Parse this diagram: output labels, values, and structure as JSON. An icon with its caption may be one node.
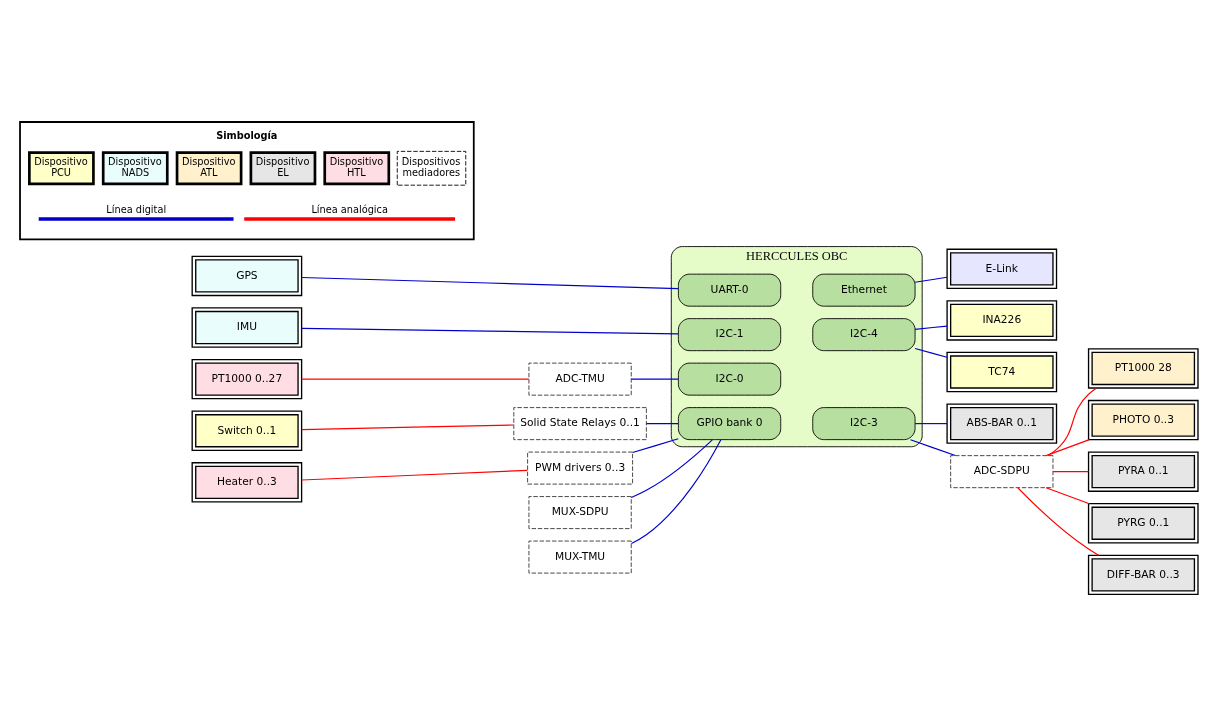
{
  "diagram": {
    "nodes": [
      {
        "text": [
          "HERCCULES OBC"
        ]
      },
      {
        "text": [
          "UART-0"
        ],
        "in": 0
      },
      {
        "text": [
          "Ethernet"
        ],
        "in": 0
      },
      {
        "text": [
          "I2C-1"
        ],
        "in": 0
      },
      {
        "text": [
          "I2C-4"
        ],
        "in": 0
      },
      {
        "text": [
          "I2C-0"
        ],
        "in": 0
      },
      {
        "text": [
          "GPIO bank 0"
        ],
        "in": 0
      },
      {
        "text": [
          "I2C-3"
        ],
        "in": 0
      },
      {
        "text": [
          "GPS"
        ]
      },
      {
        "text": [
          "IMU"
        ]
      },
      {
        "text": [
          "PT1000 0..27"
        ]
      },
      {
        "text": [
          "ADC-TMU"
        ]
      },
      {
        "text": [
          "Switch 0..1"
        ]
      },
      {
        "text": [
          "Solid State Relays 0..1"
        ]
      },
      {
        "text": [
          "Heater 0..3"
        ]
      },
      {
        "text": [
          "PWM drivers 0..3"
        ]
      },
      {
        "text": [
          "MUX-SDPU"
        ]
      },
      {
        "text": [
          "MUX-TMU"
        ]
      },
      {
        "text": [
          "E-Link"
        ]
      },
      {
        "text": [
          "INA226"
        ]
      },
      {
        "text": [
          "TC74"
        ]
      },
      {
        "text": [
          "ABS-BAR 0..1"
        ]
      },
      {
        "text": [
          "PT1000 28"
        ]
      },
      {
        "text": [
          "PHOTO 0..3"
        ]
      },
      {
        "text": [
          "ADC-SDPU"
        ]
      },
      {
        "text": [
          "PYRA 0..1"
        ]
      },
      {
        "text": [
          "PYRG 0..1"
        ]
      },
      {
        "text": [
          "DIFF-BAR 0..3"
        ]
      }
    ],
    "edges": [
      {
        "from": 8,
        "to": 1,
        "arrow": "none"
      },
      {
        "from": 9,
        "to": 3,
        "arrow": "none"
      },
      {
        "from": 10,
        "to": 11,
        "arrow": "none",
        "color": "#ff0000"
      },
      {
        "from": 11,
        "to": 5,
        "arrow": "none"
      },
      {
        "from": 12,
        "to": 13,
        "arrow": "none",
        "color": "#ff0000"
      },
      {
        "from": 14,
        "to": 15,
        "arrow": "none",
        "color": "#ff0000"
      },
      {
        "from": 13,
        "to": 6,
        "arrow": "none"
      },
      {
        "from": 15,
        "to": 6,
        "arrow": "none"
      },
      {
        "from": 16,
        "to": 6,
        "arrow": "none"
      },
      {
        "from": 17,
        "to": 6,
        "arrow": "none"
      },
      {
        "from": 2,
        "to": 18,
        "arrow": "none"
      },
      {
        "from": 4,
        "to": 19,
        "arrow": "none"
      },
      {
        "from": 4,
        "to": 20,
        "arrow": "none"
      },
      {
        "from": 7,
        "to": 21,
        "arrow": "none"
      },
      {
        "from": 7,
        "to": 24,
        "arrow": "none"
      },
      {
        "from": 24,
        "to": 22,
        "arrow": "none",
        "color": "#ff0000"
      },
      {
        "from": 24,
        "to": 23,
        "arrow": "none",
        "color": "#ff0000"
      },
      {
        "from": 24,
        "to": 25,
        "arrow": "none",
        "color": "#ff0000"
      },
      {
        "from": 24,
        "to": 26,
        "arrow": "none",
        "color": "#ff0000"
      },
      {
        "from": 24,
        "to": 27,
        "arrow": "none",
        "color": "#ff0000"
      }
    ],
    "labels": [
      "Simbología"
    ],
    "legend": [
      {
        "text": "Dispositivo PCU",
        "color": "#ffffc8"
      },
      {
        "text": "Dispositivo NADS",
        "color": "#eafdfd"
      },
      {
        "text": "Dispositivo ATL",
        "color": "#fff1cc"
      },
      {
        "text": "Dispositivo EL",
        "color": "#e6e6e6"
      },
      {
        "text": "Dispositivo HTL",
        "color": "#ffdde4"
      },
      {
        "text": "Dispositivos mediadores"
      },
      {
        "text": "Línea digital"
      },
      {
        "text": "Línea analógica"
      }
    ]
  }
}
